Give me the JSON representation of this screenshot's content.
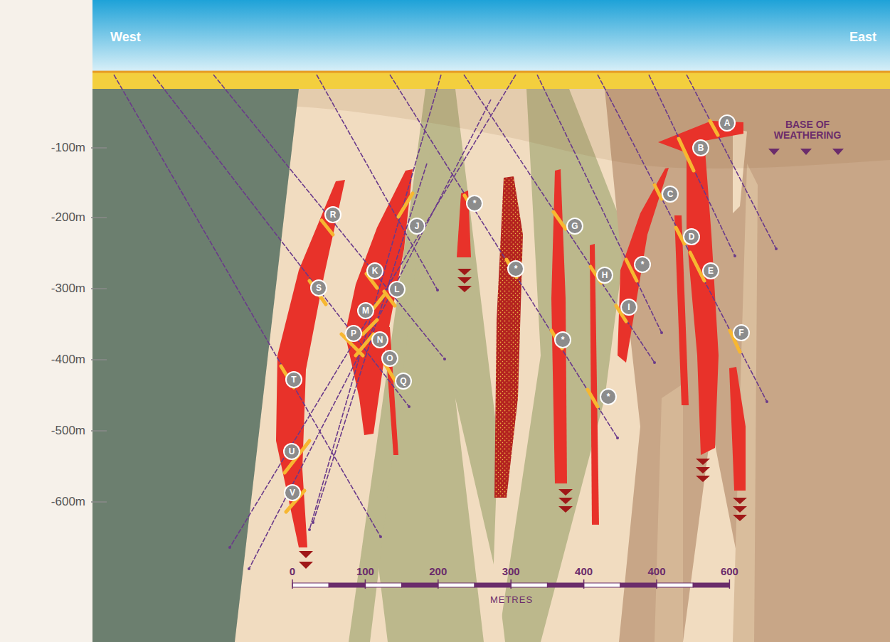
{
  "diagram": {
    "labels": [
      "West",
      "East",
      "-100m",
      "-200m",
      "-300m",
      "-400m",
      "-500m",
      "-600m",
      "BASE OF WEATHERING",
      "A",
      "B",
      "C",
      "D",
      "E",
      "F",
      "G",
      "H",
      "I",
      "J",
      "K",
      "L",
      "M",
      "N",
      "O",
      "P",
      "Q",
      "R",
      "S",
      "T",
      "U",
      "V",
      "*",
      "*",
      "*",
      "*",
      "*",
      "0",
      "100",
      "200",
      "300",
      "400",
      "400",
      "600",
      "METRES"
    ]
  }
}
